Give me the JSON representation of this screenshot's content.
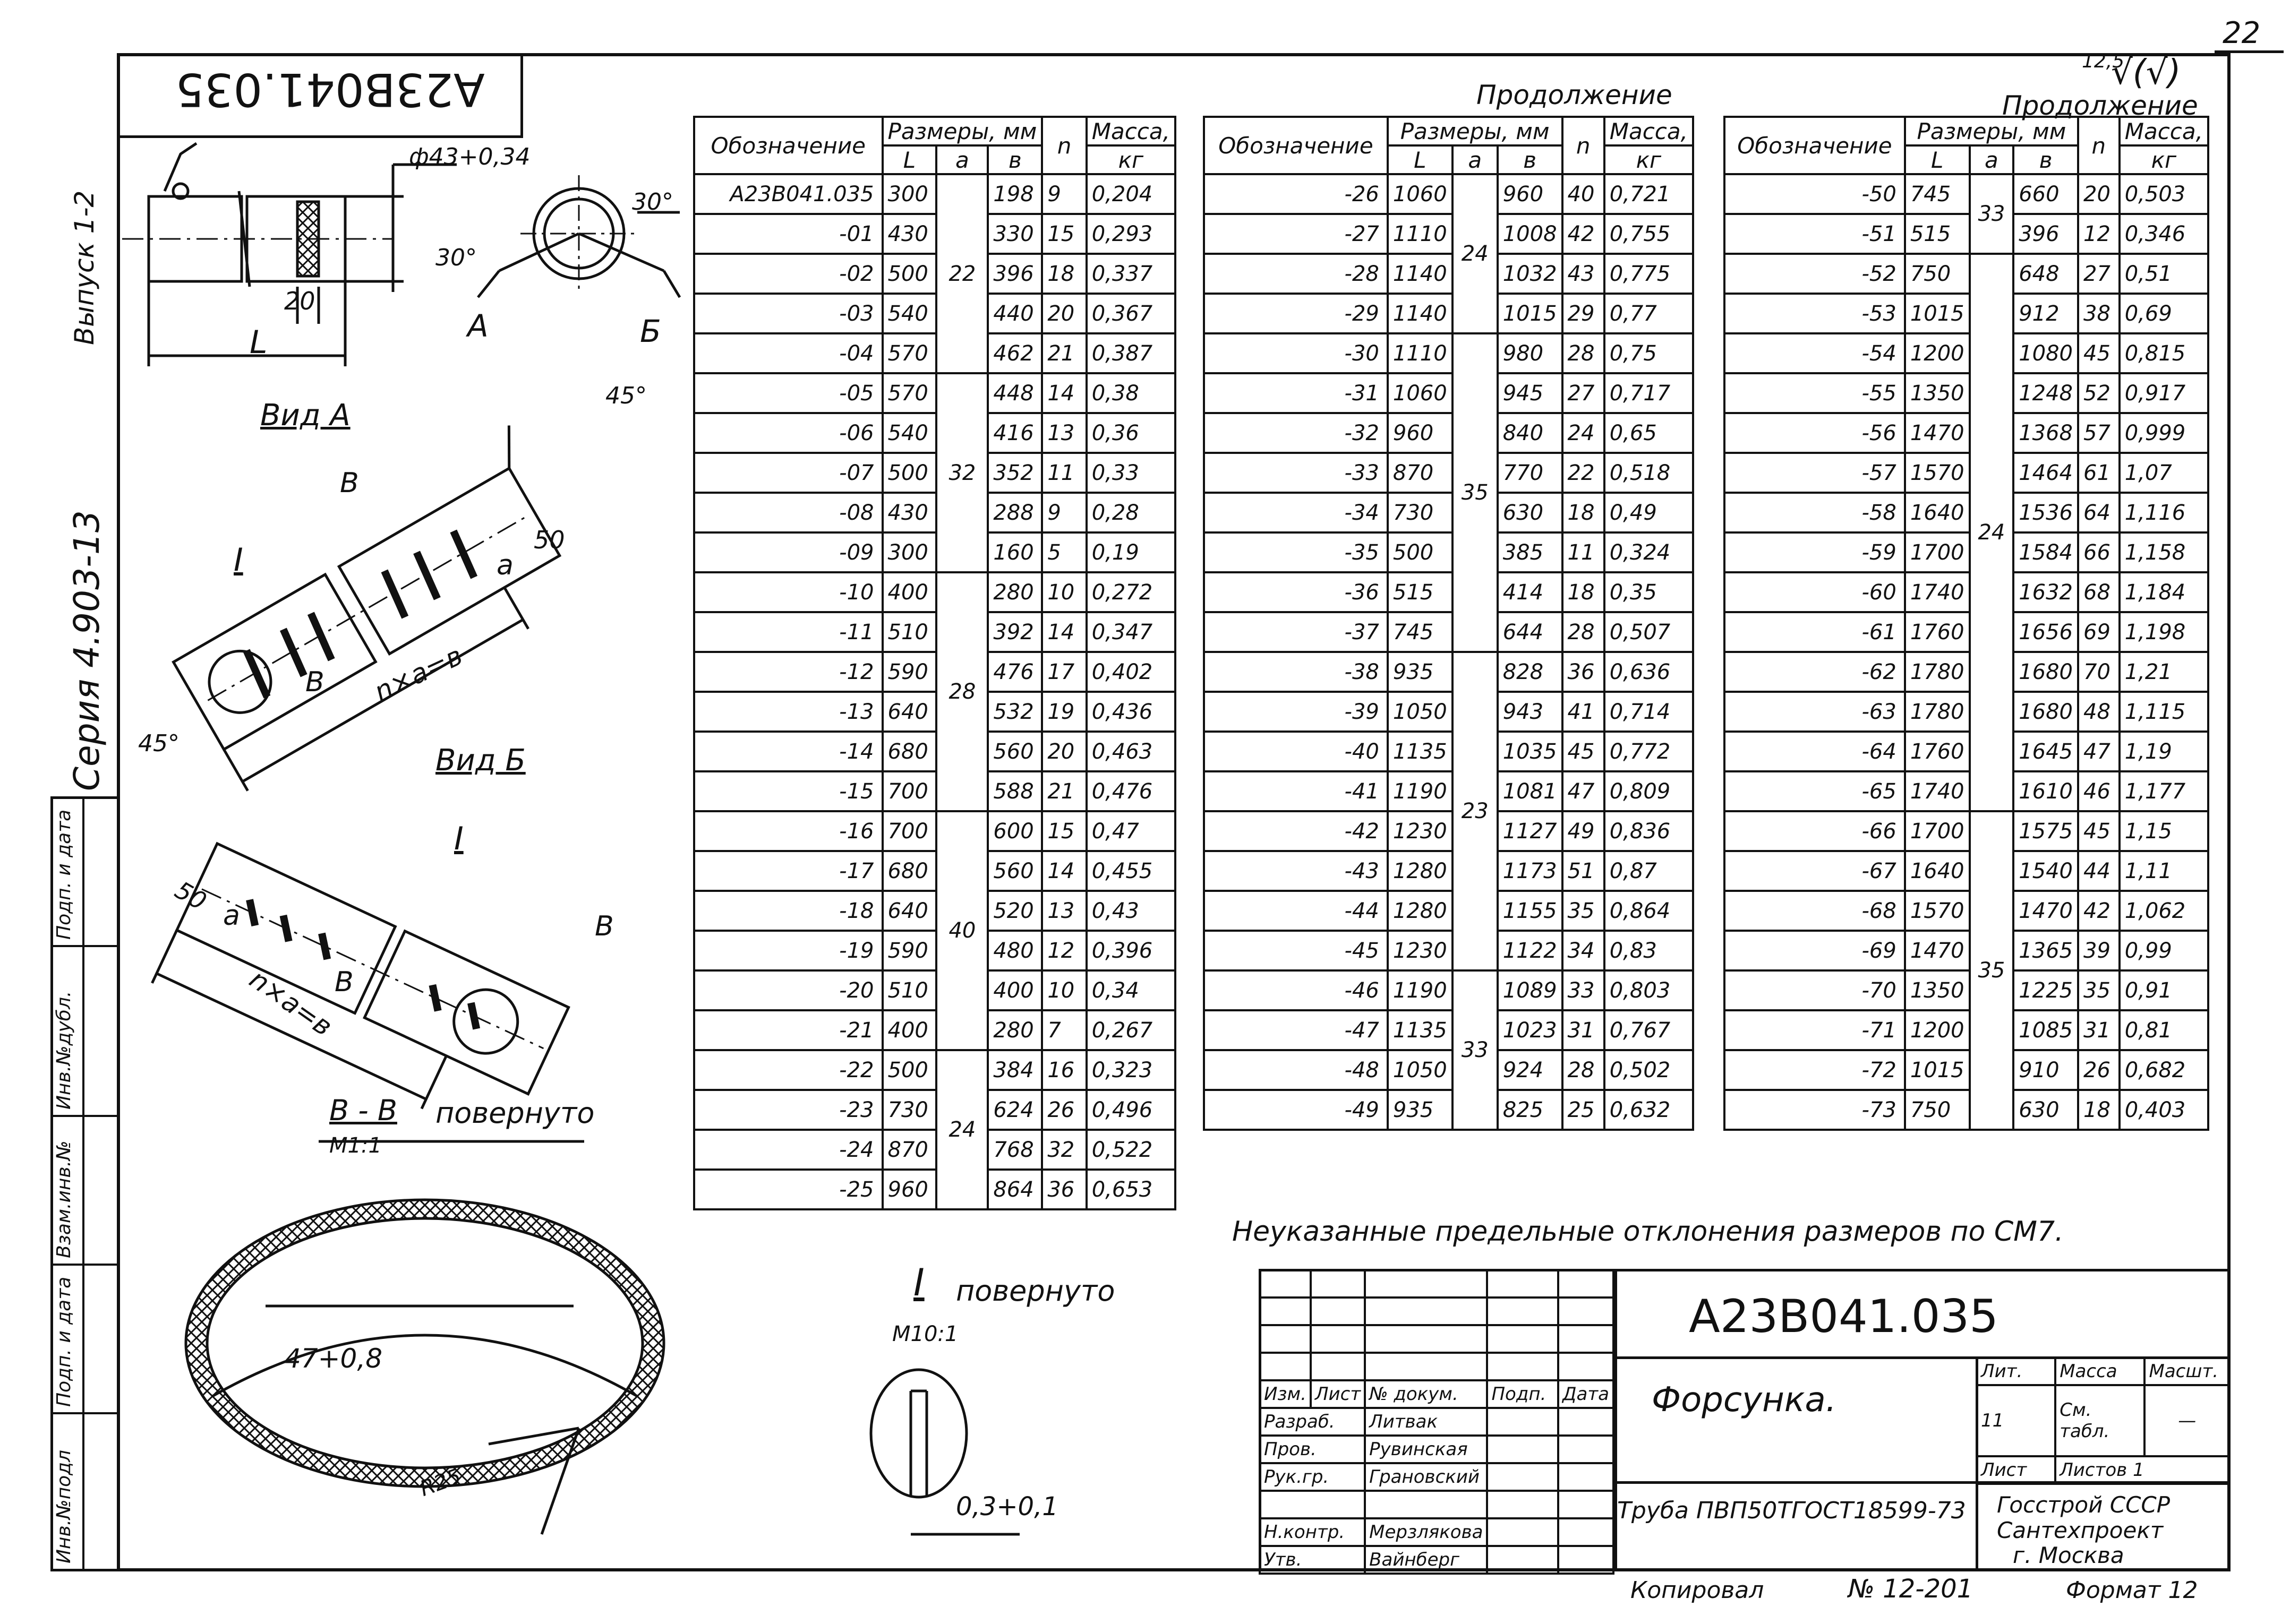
{
  "page_number": "22",
  "roughness": "12,5",
  "roughness_symbol": "√(√)",
  "doc_code_top": "А23В041.035",
  "side": {
    "series": "Серия 4.903-13",
    "issue": "Выпуск 1-2",
    "strip": [
      "Инв.№подл",
      "Подп. и дата",
      "Взам.инв.№",
      "Инв.№дубл.",
      "Подп. и дата"
    ]
  },
  "drawing": {
    "dia": "ф43+0,34",
    "dim_20": "20",
    "dim_L": "L",
    "angle_30a": "30°",
    "angle_30b": "30°",
    "arrow_A": "А",
    "arrow_B": "Б",
    "view_a": "Вид А",
    "view_b": "Вид Б",
    "angle_45a": "45°",
    "angle_45b": "45°",
    "b_mark1": "В",
    "b_mark2": "В",
    "b_mark3": "В",
    "b_mark4": "В",
    "dim_a1": "а",
    "dim_50a": "50",
    "dim_a2": "а",
    "dim_50b": "50",
    "nxa1": "n×а=в",
    "nxa2": "n×а=в",
    "roman1": "I",
    "roman2": "I",
    "section_bb": "В - В",
    "rotated1": "повернуто",
    "scale1": "М1:1",
    "dim_47": "47+0,8",
    "r25": "R25",
    "detail_roman": "I",
    "rotated2": "повернуто",
    "scale2": "М10:1",
    "dim_03": "0,3+0,1"
  },
  "continuation": "Продолжение",
  "table_headers": {
    "designation": "Обозначение",
    "dims": "Размеры, мм",
    "L": "L",
    "a": "а",
    "b": "в",
    "n": "n",
    "mass": "Масса,",
    "kg": "кг"
  },
  "table1": {
    "rows": [
      [
        "А23В041.035",
        "300",
        "198",
        "9",
        "0,204"
      ],
      [
        "-01",
        "430",
        "330",
        "15",
        "0,293"
      ],
      [
        "-02",
        "500",
        "396",
        "18",
        "0,337"
      ],
      [
        "-03",
        "540",
        "440",
        "20",
        "0,367"
      ],
      [
        "-04",
        "570",
        "462",
        "21",
        "0,387"
      ],
      [
        "-05",
        "570",
        "448",
        "14",
        "0,38"
      ],
      [
        "-06",
        "540",
        "416",
        "13",
        "0,36"
      ],
      [
        "-07",
        "500",
        "352",
        "11",
        "0,33"
      ],
      [
        "-08",
        "430",
        "288",
        "9",
        "0,28"
      ],
      [
        "-09",
        "300",
        "160",
        "5",
        "0,19"
      ],
      [
        "-10",
        "400",
        "280",
        "10",
        "0,272"
      ],
      [
        "-11",
        "510",
        "392",
        "14",
        "0,347"
      ],
      [
        "-12",
        "590",
        "476",
        "17",
        "0,402"
      ],
      [
        "-13",
        "640",
        "532",
        "19",
        "0,436"
      ],
      [
        "-14",
        "680",
        "560",
        "20",
        "0,463"
      ],
      [
        "-15",
        "700",
        "588",
        "21",
        "0,476"
      ],
      [
        "-16",
        "700",
        "600",
        "15",
        "0,47"
      ],
      [
        "-17",
        "680",
        "560",
        "14",
        "0,455"
      ],
      [
        "-18",
        "640",
        "520",
        "13",
        "0,43"
      ],
      [
        "-19",
        "590",
        "480",
        "12",
        "0,396"
      ],
      [
        "-20",
        "510",
        "400",
        "10",
        "0,34"
      ],
      [
        "-21",
        "400",
        "280",
        "7",
        "0,267"
      ],
      [
        "-22",
        "500",
        "384",
        "16",
        "0,323"
      ],
      [
        "-23",
        "730",
        "624",
        "26",
        "0,496"
      ],
      [
        "-24",
        "870",
        "768",
        "32",
        "0,522"
      ],
      [
        "-25",
        "960",
        "864",
        "36",
        "0,653"
      ]
    ],
    "a_groups": [
      "22",
      "32",
      "28",
      "40",
      "24"
    ]
  },
  "table2": {
    "rows": [
      [
        "-26",
        "1060",
        "960",
        "40",
        "0,721"
      ],
      [
        "-27",
        "1110",
        "1008",
        "42",
        "0,755"
      ],
      [
        "-28",
        "1140",
        "1032",
        "43",
        "0,775"
      ],
      [
        "-29",
        "1140",
        "1015",
        "29",
        "0,77"
      ],
      [
        "-30",
        "1110",
        "980",
        "28",
        "0,75"
      ],
      [
        "-31",
        "1060",
        "945",
        "27",
        "0,717"
      ],
      [
        "-32",
        "960",
        "840",
        "24",
        "0,65"
      ],
      [
        "-33",
        "870",
        "770",
        "22",
        "0,518"
      ],
      [
        "-34",
        "730",
        "630",
        "18",
        "0,49"
      ],
      [
        "-35",
        "500",
        "385",
        "11",
        "0,324"
      ],
      [
        "-36",
        "515",
        "414",
        "18",
        "0,35"
      ],
      [
        "-37",
        "745",
        "644",
        "28",
        "0,507"
      ],
      [
        "-38",
        "935",
        "828",
        "36",
        "0,636"
      ],
      [
        "-39",
        "1050",
        "943",
        "41",
        "0,714"
      ],
      [
        "-40",
        "1135",
        "1035",
        "45",
        "0,772"
      ],
      [
        "-41",
        "1190",
        "1081",
        "47",
        "0,809"
      ],
      [
        "-42",
        "1230",
        "1127",
        "49",
        "0,836"
      ],
      [
        "-43",
        "1280",
        "1173",
        "51",
        "0,87"
      ],
      [
        "-44",
        "1280",
        "1155",
        "35",
        "0,864"
      ],
      [
        "-45",
        "1230",
        "1122",
        "34",
        "0,83"
      ],
      [
        "-46",
        "1190",
        "1089",
        "33",
        "0,803"
      ],
      [
        "-47",
        "1135",
        "1023",
        "31",
        "0,767"
      ],
      [
        "-48",
        "1050",
        "924",
        "28",
        "0,502"
      ],
      [
        "-49",
        "935",
        "825",
        "25",
        "0,632"
      ]
    ],
    "a_groups": [
      "24",
      "35",
      "23",
      "33"
    ]
  },
  "table3": {
    "rows": [
      [
        "-50",
        "745",
        "660",
        "20",
        "0,503"
      ],
      [
        "-51",
        "515",
        "396",
        "12",
        "0,346"
      ],
      [
        "-52",
        "750",
        "648",
        "27",
        "0,51"
      ],
      [
        "-53",
        "1015",
        "912",
        "38",
        "0,69"
      ],
      [
        "-54",
        "1200",
        "1080",
        "45",
        "0,815"
      ],
      [
        "-55",
        "1350",
        "1248",
        "52",
        "0,917"
      ],
      [
        "-56",
        "1470",
        "1368",
        "57",
        "0,999"
      ],
      [
        "-57",
        "1570",
        "1464",
        "61",
        "1,07"
      ],
      [
        "-58",
        "1640",
        "1536",
        "64",
        "1,116"
      ],
      [
        "-59",
        "1700",
        "1584",
        "66",
        "1,158"
      ],
      [
        "-60",
        "1740",
        "1632",
        "68",
        "1,184"
      ],
      [
        "-61",
        "1760",
        "1656",
        "69",
        "1,198"
      ],
      [
        "-62",
        "1780",
        "1680",
        "70",
        "1,21"
      ],
      [
        "-63",
        "1780",
        "1680",
        "48",
        "1,115"
      ],
      [
        "-64",
        "1760",
        "1645",
        "47",
        "1,19"
      ],
      [
        "-65",
        "1740",
        "1610",
        "46",
        "1,177"
      ],
      [
        "-66",
        "1700",
        "1575",
        "45",
        "1,15"
      ],
      [
        "-67",
        "1640",
        "1540",
        "44",
        "1,11"
      ],
      [
        "-68",
        "1570",
        "1470",
        "42",
        "1,062"
      ],
      [
        "-69",
        "1470",
        "1365",
        "39",
        "0,99"
      ],
      [
        "-70",
        "1350",
        "1225",
        "35",
        "0,91"
      ],
      [
        "-71",
        "1200",
        "1085",
        "31",
        "0,81"
      ],
      [
        "-72",
        "1015",
        "910",
        "26",
        "0,682"
      ],
      [
        "-73",
        "750",
        "630",
        "18",
        "0,403"
      ]
    ],
    "a_groups": [
      "33",
      "24",
      "35"
    ]
  },
  "note": "Неуказанные предельные отклонения размеров по СМ7.",
  "stamp": {
    "code": "А23В041.035",
    "title": "Форсунка.",
    "material": "Труба ПВП50ТГОСТ18599-73",
    "col_izm": "Изм.",
    "col_list": "Лист",
    "col_doc": "№ докум.",
    "col_sign": "Подп.",
    "col_date": "Дата",
    "roles": [
      "Разраб.",
      "Пров.",
      "Рук.гр.",
      "",
      "Н.контр.",
      "Утв."
    ],
    "names": [
      "Литвак",
      "Рувинская",
      "Грановский",
      "",
      "Мерзлякова",
      "Вайнберг"
    ],
    "lit": "Лит.",
    "mass": "Масса",
    "scale": "Масшт.",
    "lit_val": "11",
    "mass_val": "См. табл.",
    "scale_val": "—",
    "sheet": "Лист",
    "sheets": "Листов 1",
    "org1": "Госстрой СССР",
    "org2": "Сантехпроект",
    "org3": "г. Москва"
  },
  "footer": {
    "copied": "Копировал",
    "copy_num": "№ 12-201",
    "format": "Формат 12"
  }
}
